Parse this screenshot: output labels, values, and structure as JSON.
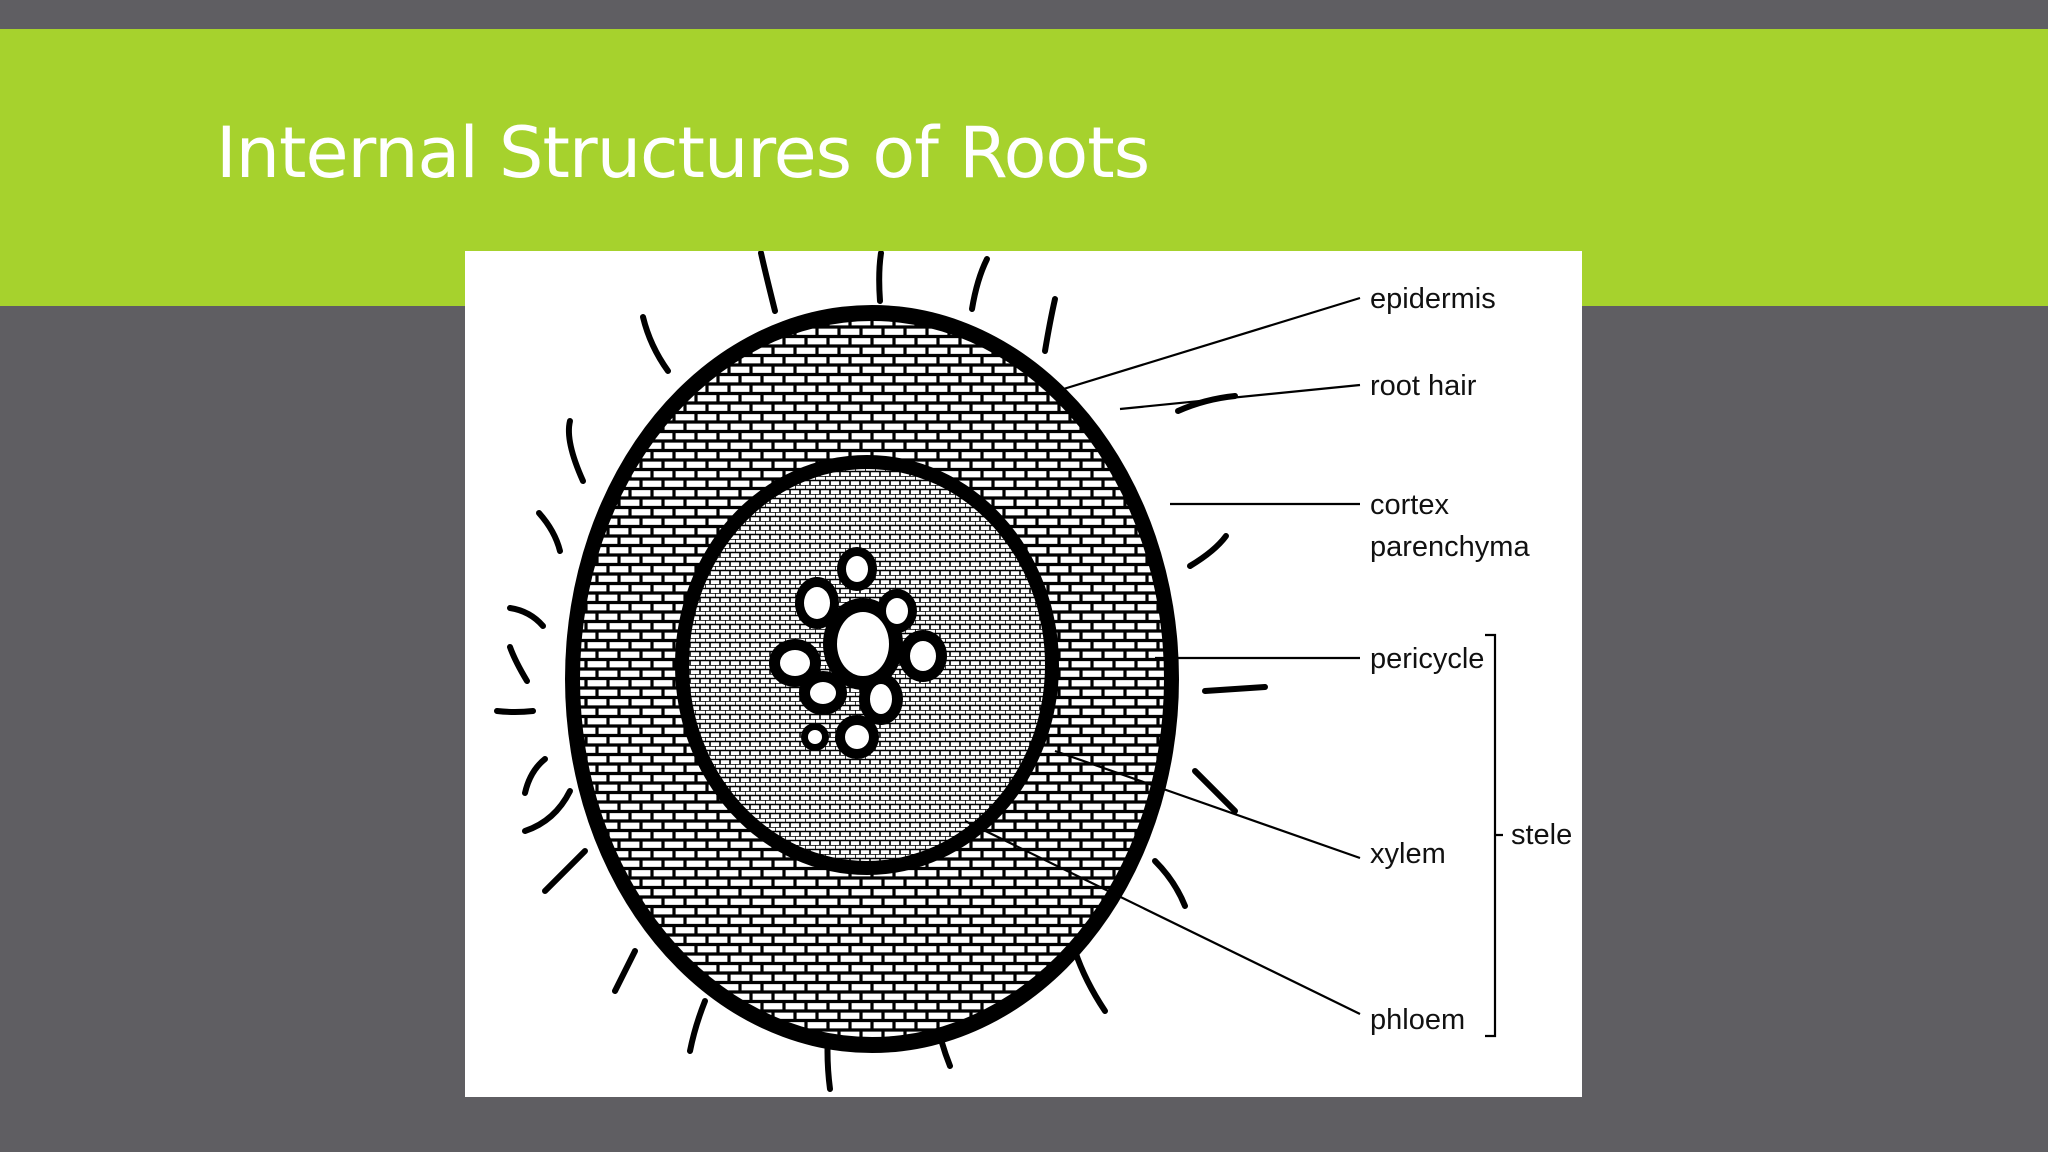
{
  "slide": {
    "title": "Internal Structures of Roots",
    "colors": {
      "background": "#5f5e62",
      "title_band": "#a6d22d",
      "title_text": "#ffffff",
      "figure_background": "#ffffff",
      "ink": "#000000"
    }
  },
  "diagram": {
    "labels": {
      "epidermis": "epidermis",
      "root_hair": "root hair",
      "cortex_line1": "cortex",
      "cortex_line2": "parenchyma",
      "pericycle": "pericycle",
      "xylem": "xylem",
      "phloem": "phloem",
      "stele": "stele"
    }
  }
}
